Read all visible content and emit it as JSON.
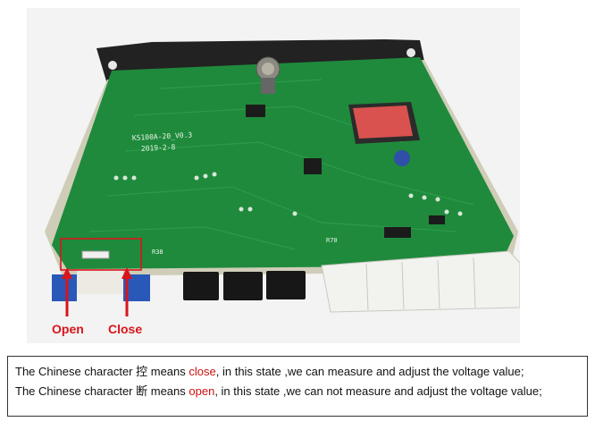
{
  "photo": {
    "board_silkscreen_1": "KS100A-20_V0.3",
    "board_silkscreen_2": "2019-2-8",
    "component_labels": [
      "R38",
      "R70"
    ],
    "colors": {
      "pcb": "#1f8a3c",
      "highlight": "#d9141b",
      "connector": "#f2f2ef",
      "potentiometer": "#2a58b8"
    }
  },
  "callouts": {
    "open_label": "Open",
    "close_label": "Close"
  },
  "caption": {
    "line1_prefix": "The Chinese character ",
    "line1_char": "控",
    "line1_mid": " means ",
    "line1_keyword": "close",
    "line1_suffix": ", in this state ,we can measure and adjust the voltage value;",
    "line2_prefix": "The Chinese character ",
    "line2_char": "断",
    "line2_mid": " means ",
    "line2_keyword": "open",
    "line2_suffix": ", in this state ,we can not measure and adjust the voltage value;"
  }
}
